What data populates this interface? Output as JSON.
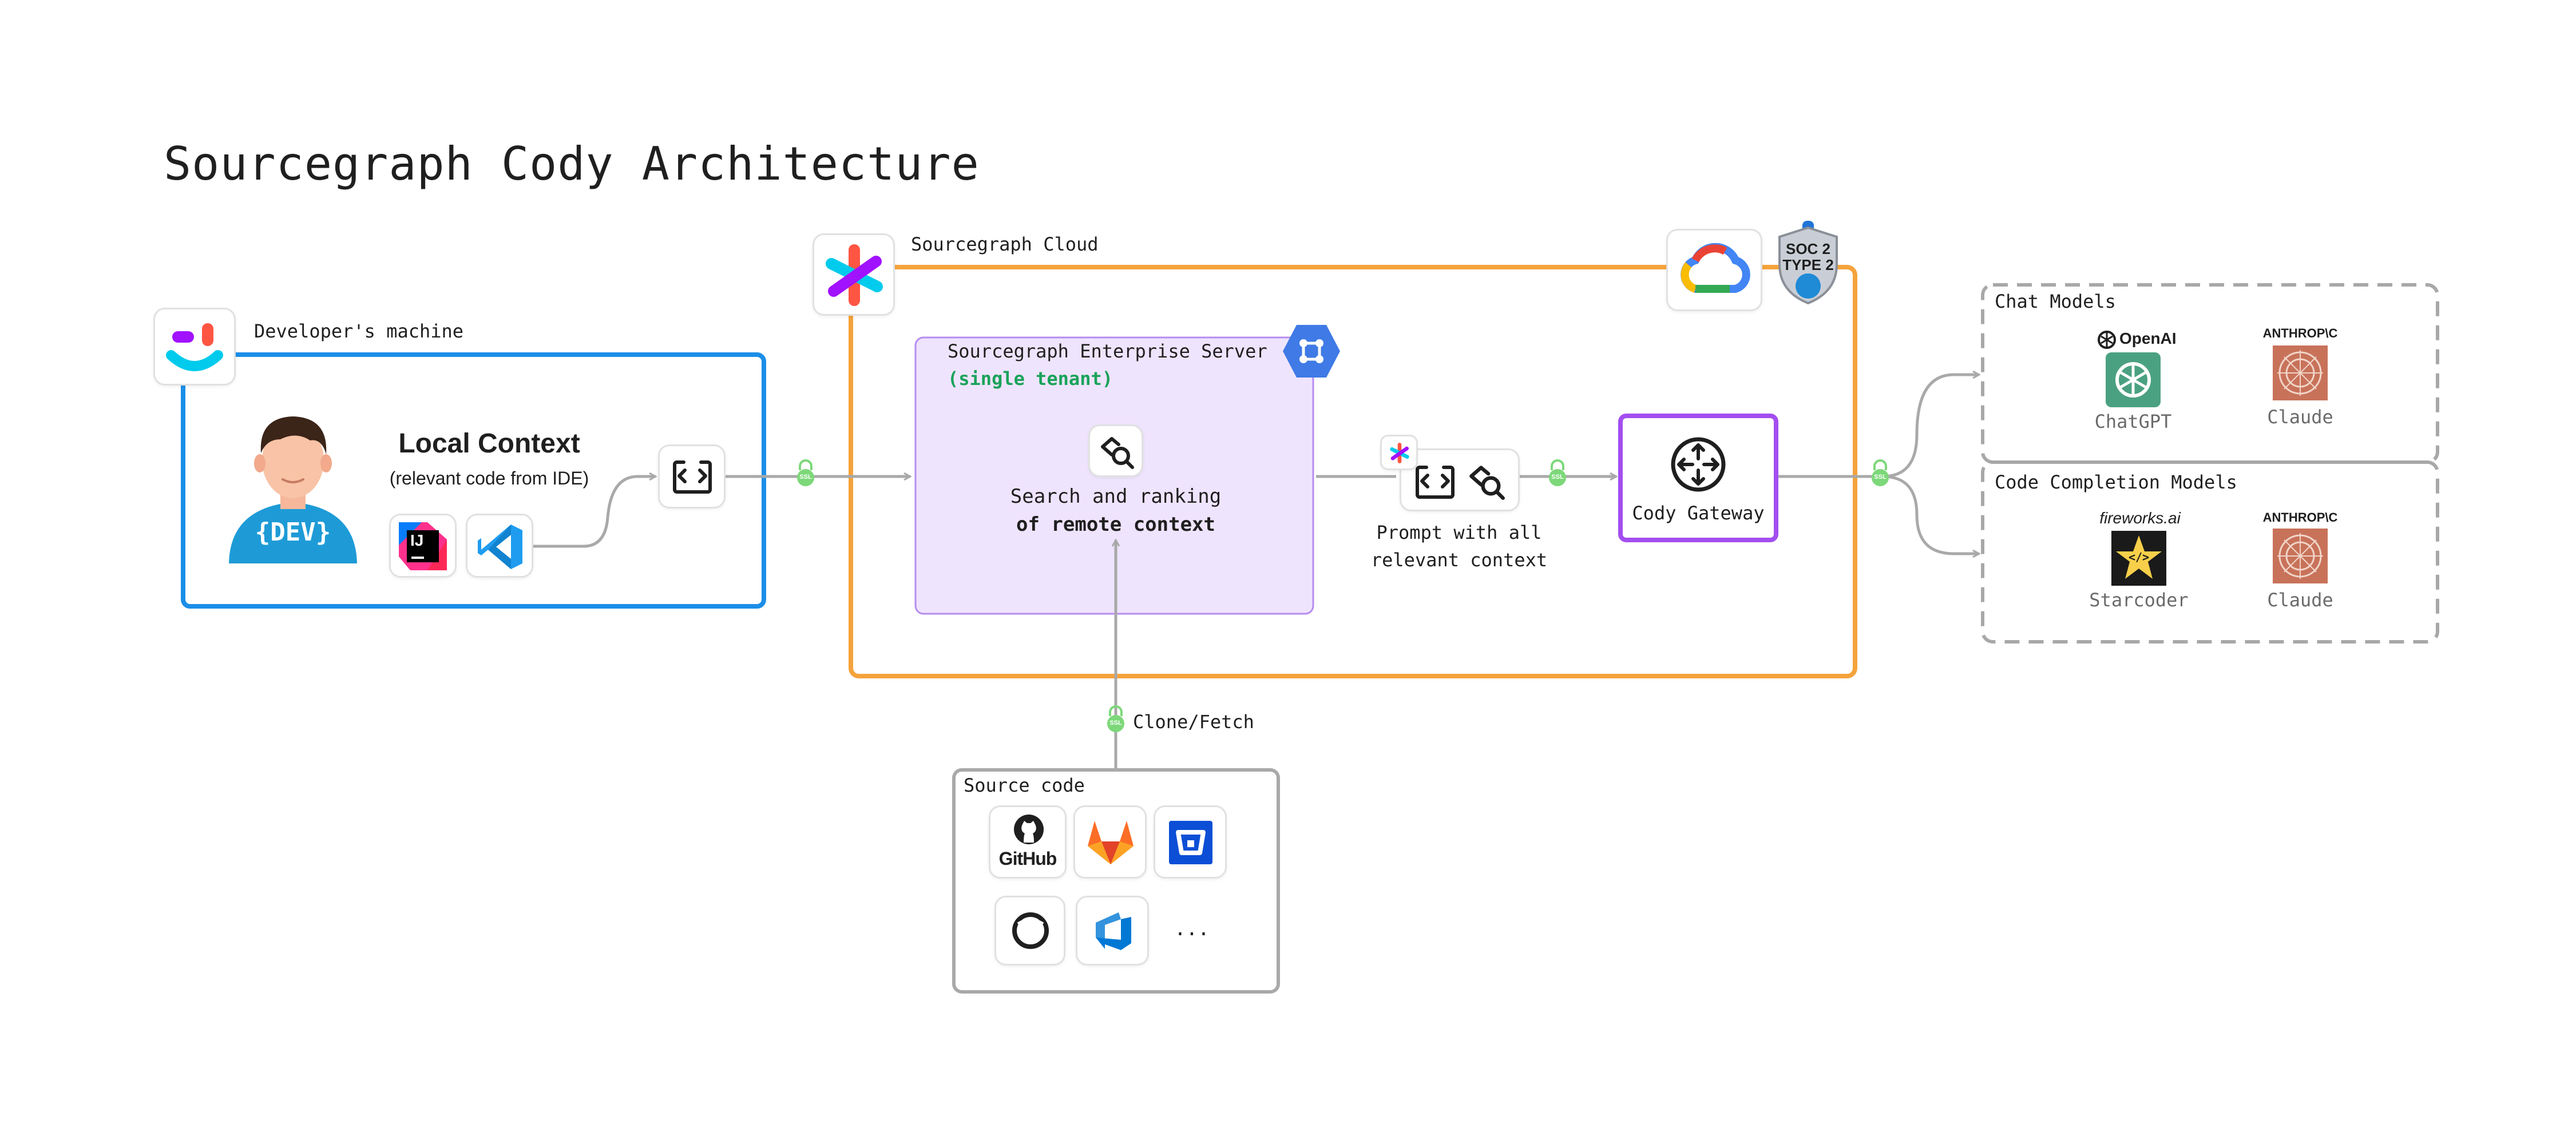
{
  "title": "Sourcegraph Cody Architecture",
  "developer": {
    "label": "Developer's machine",
    "local_context_title": "Local Context",
    "local_context_sub": "(relevant code from IDE)",
    "shirt_text": "{DEV}",
    "jetbrains_text": "IJ"
  },
  "cloud": {
    "label": "Sourcegraph Cloud",
    "soc_line1": "SOC 2",
    "soc_line2": "TYPE 2"
  },
  "enterprise": {
    "title": "Sourcegraph Enterprise Server",
    "subtitle": "(single tenant)",
    "search_line1": "Search and ranking",
    "search_line2": "of remote context"
  },
  "prompt": {
    "line1": "Prompt with all",
    "line2": "relevant context"
  },
  "gateway": {
    "label": "Cody Gateway"
  },
  "ssl_badge": "SSL",
  "clone_label": "Clone/Fetch",
  "source_code": {
    "title": "Source code",
    "github_text": "GitHub",
    "more": "..."
  },
  "chat_models": {
    "title": "Chat Models",
    "openai_label": "OpenAI",
    "anthropic_label": "ANTHROP\\C",
    "chatgpt": "ChatGPT",
    "claude": "Claude"
  },
  "completion_models": {
    "title": "Code Completion Models",
    "fireworks_label": "fireworks.ai",
    "anthropic_label": "ANTHROP\\C",
    "starcoder": "Starcoder",
    "starcoder_icon_text": "</>",
    "claude": "Claude"
  },
  "colors": {
    "developer_border": "#1b8ee8",
    "cloud_border": "#f5a33b",
    "enterprise_fill": "#efe4fd",
    "enterprise_border": "#b68cf0",
    "gateway_border": "#a34ef0",
    "single_tenant": "#1aa35a",
    "ssl": "#7dd87a",
    "connector": "#a9a9a9",
    "models_border": "#a8a8a8"
  }
}
